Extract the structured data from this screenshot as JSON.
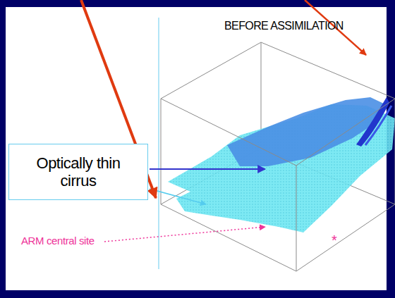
{
  "diagram": {
    "title": "BEFORE ASSIMILATION",
    "nodes": [
      {
        "text": [
          "Optically thin cirrus"
        ]
      }
    ],
    "labels": [
      "ARM central site",
      "*"
    ]
  }
}
